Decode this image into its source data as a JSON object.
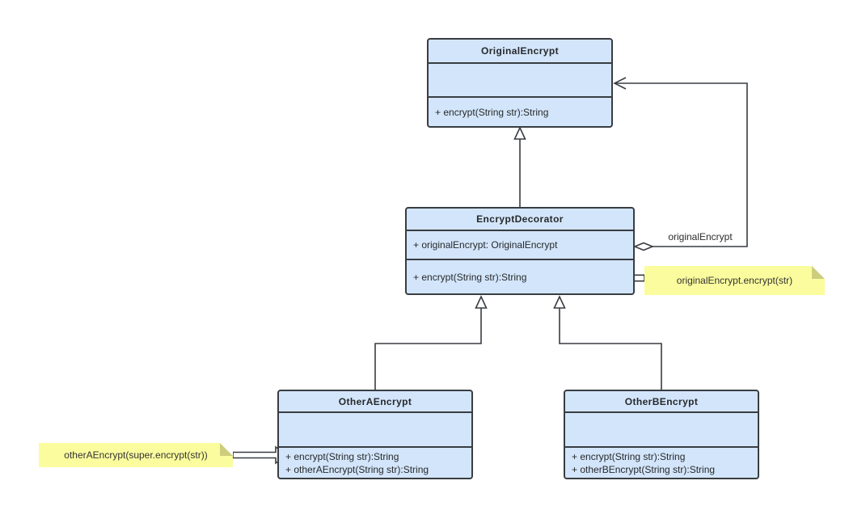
{
  "diagram": {
    "classes": {
      "original_encrypt": {
        "name": "OriginalEncrypt",
        "attributes": [],
        "methods": [
          "+ encrypt(String str):String"
        ]
      },
      "encrypt_decorator": {
        "name": "EncryptDecorator",
        "attributes": [
          "+ originalEncrypt: OriginalEncrypt"
        ],
        "methods": [
          "+ encrypt(String str):String"
        ]
      },
      "other_a_encrypt": {
        "name": "OtherAEncrypt",
        "attributes": [],
        "methods": [
          "+ encrypt(String str):String",
          "+ otherAEncrypt(String str):String"
        ]
      },
      "other_b_encrypt": {
        "name": "OtherBEncrypt",
        "attributes": [],
        "methods": [
          "+ encrypt(String str):String",
          "+ otherBEncrypt(String str):String"
        ]
      }
    },
    "notes": {
      "decorator_note": "originalEncrypt.encrypt(str)",
      "other_a_note": "otherAEncrypt(super.encrypt(str))"
    },
    "edges": {
      "aggregation_label": "originalEncrypt",
      "generalizations": [
        "EncryptDecorator -> OriginalEncrypt",
        "OtherAEncrypt -> EncryptDecorator",
        "OtherBEncrypt -> EncryptDecorator"
      ]
    },
    "colors": {
      "background": "#ffffff",
      "class_fill": "#d3e5fa",
      "class_border": "#383d42",
      "line": "#383d42",
      "note_fill": "#fbfc9d",
      "note_fold": "#cdce7d",
      "text": "#26292c"
    }
  }
}
